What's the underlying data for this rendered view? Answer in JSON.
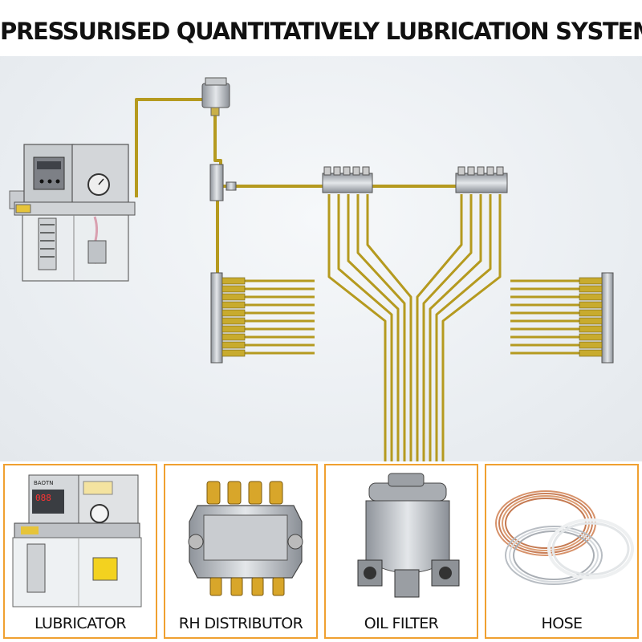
{
  "title": "PRESSURISED QUANTITATIVELY LUBRICATION SYSTEM",
  "colors": {
    "tube_brass": "#b59a1f",
    "tube_highlight": "#e3cf6a",
    "panel_border": "#f0a030",
    "metal": "#b8bcc2",
    "background": "#eaeef2"
  },
  "panels": [
    {
      "label": "LUBRICATOR",
      "icon": "lubricator-pump-icon",
      "pump_brand": "BAOTN",
      "display_value": "088"
    },
    {
      "label": "RH DISTRIBUTOR",
      "icon": "distributor-block-icon"
    },
    {
      "label": "OIL FILTER",
      "icon": "oil-filter-icon"
    },
    {
      "label": "HOSE",
      "icon": "hose-coil-icon"
    }
  ]
}
